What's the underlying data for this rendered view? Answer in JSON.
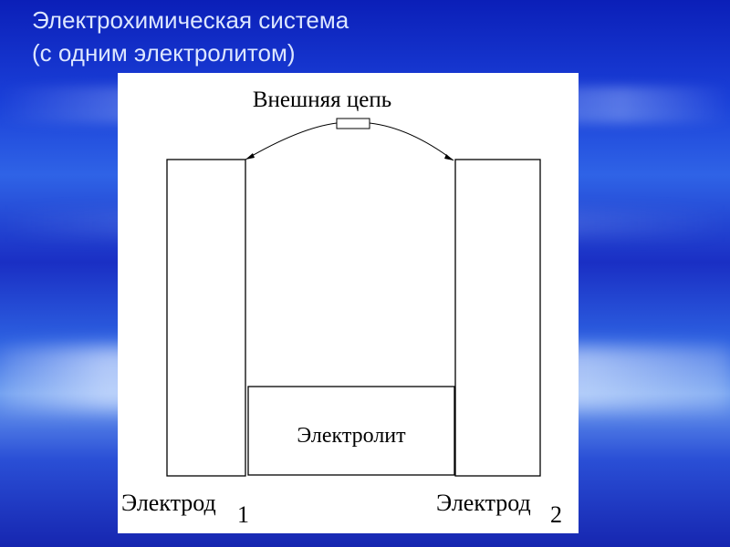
{
  "slide": {
    "title_line1": "Электрохимическая система",
    "title_line2": "(с одним электролитом)"
  },
  "diagram": {
    "external_circuit_label": "Внешняя цепь",
    "electrolyte_label": "Электролит",
    "electrode1_label": "Электрод",
    "electrode1_index": "1",
    "electrode2_label": "Электрод",
    "electrode2_index": "2"
  }
}
